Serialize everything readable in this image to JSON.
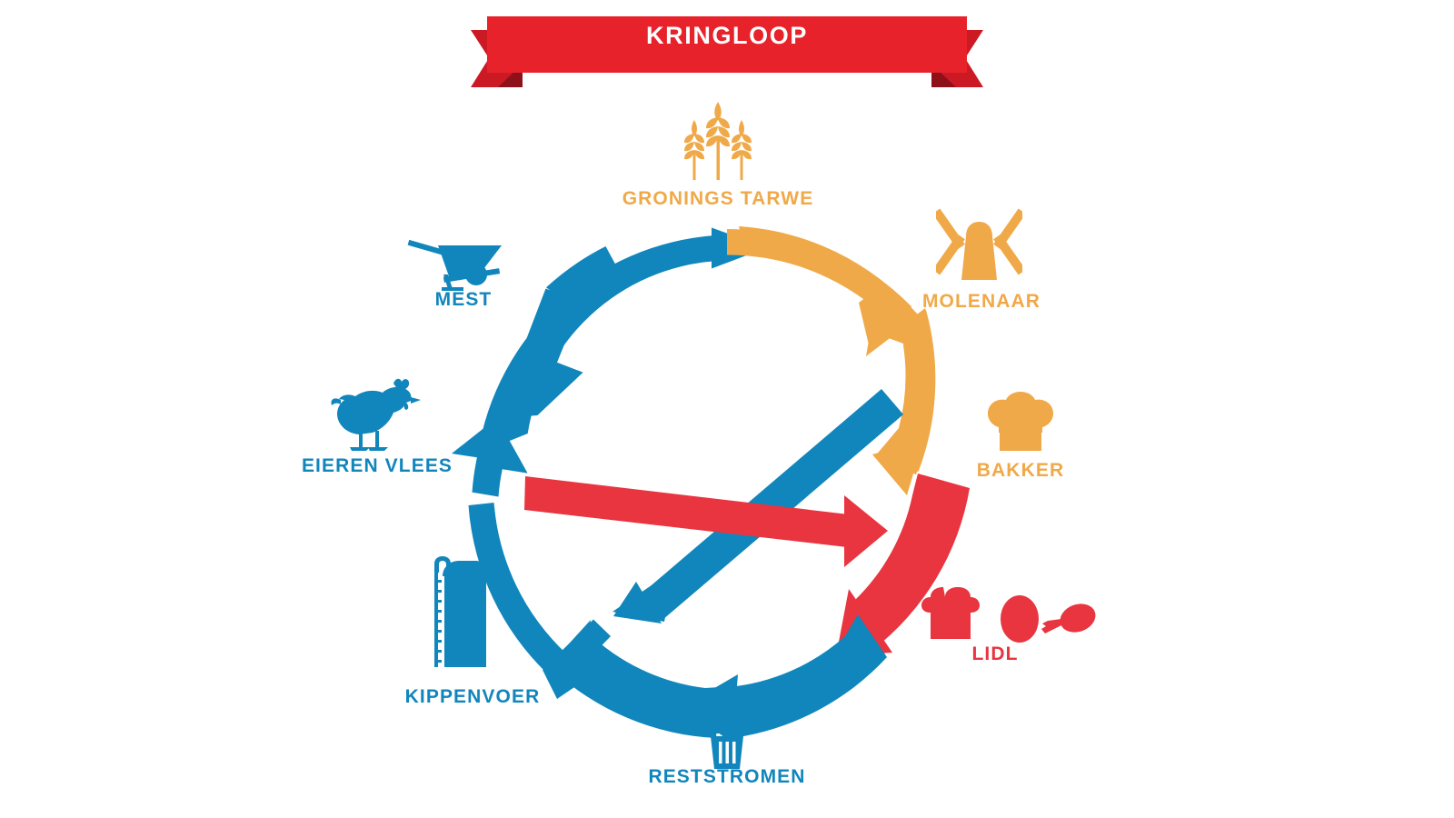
{
  "banner": {
    "title": "KRINGLOOP",
    "color": "#E8222B",
    "tail_color": "#B51723",
    "fold_color": "#8E1019"
  },
  "palette": {
    "blue": "#1186BC",
    "orange": "#F0A948",
    "red": "#E8353F",
    "background": "#FFFFFF"
  },
  "diagram": {
    "type": "cycle",
    "nodes": [
      {
        "id": "gronings-tarwe",
        "label": "GRONINGS TARWE",
        "icon": "wheat-icon",
        "color": "#F0A948",
        "position": "top"
      },
      {
        "id": "molenaar",
        "label": "MOLENAAR",
        "icon": "windmill-icon",
        "color": "#F0A948",
        "position": "top-right"
      },
      {
        "id": "bakker",
        "label": "BAKKER",
        "icon": "chef-hat-icon",
        "color": "#F0A948",
        "position": "right"
      },
      {
        "id": "lidl",
        "label": "LIDL",
        "icon": "groceries-icon",
        "color": "#E8353F",
        "position": "bottom-right"
      },
      {
        "id": "reststromen",
        "label": "RESTSTROMEN",
        "icon": "trash-bin-icon",
        "color": "#1186BC",
        "position": "bottom"
      },
      {
        "id": "kippenvoer",
        "label": "KIPPENVOER",
        "icon": "feed-silo-icon",
        "color": "#1186BC",
        "position": "bottom-left"
      },
      {
        "id": "eieren-vlees",
        "label": "EIEREN VLEES",
        "icon": "chicken-icon",
        "color": "#1186BC",
        "position": "left"
      },
      {
        "id": "mest",
        "label": "MEST",
        "icon": "wheelbarrow-icon",
        "color": "#1186BC",
        "position": "top-left"
      }
    ],
    "ring_segments": [
      {
        "from": "mest",
        "to": "gronings-tarwe",
        "color": "#1186BC"
      },
      {
        "from": "gronings-tarwe",
        "to": "molenaar",
        "color": "#F0A948"
      },
      {
        "from": "molenaar",
        "to": "bakker",
        "color": "#F0A948"
      },
      {
        "from": "bakker",
        "to": "lidl",
        "color": "#E8353F"
      },
      {
        "from": "lidl",
        "to": "reststromen",
        "color": "#1186BC"
      },
      {
        "from": "reststromen",
        "to": "kippenvoer",
        "color": "#1186BC"
      },
      {
        "from": "kippenvoer",
        "to": "eieren-vlees",
        "color": "#1186BC"
      },
      {
        "from": "eieren-vlees",
        "to": "mest",
        "color": "#1186BC"
      }
    ],
    "cross_arrows": [
      {
        "id": "bakker-to-kippenvoer",
        "from": "bakker",
        "to": "kippenvoer",
        "color": "#1186BC"
      },
      {
        "id": "eieren-to-lidl",
        "from": "eieren-vlees",
        "to": "lidl",
        "color": "#E8353F"
      }
    ]
  }
}
